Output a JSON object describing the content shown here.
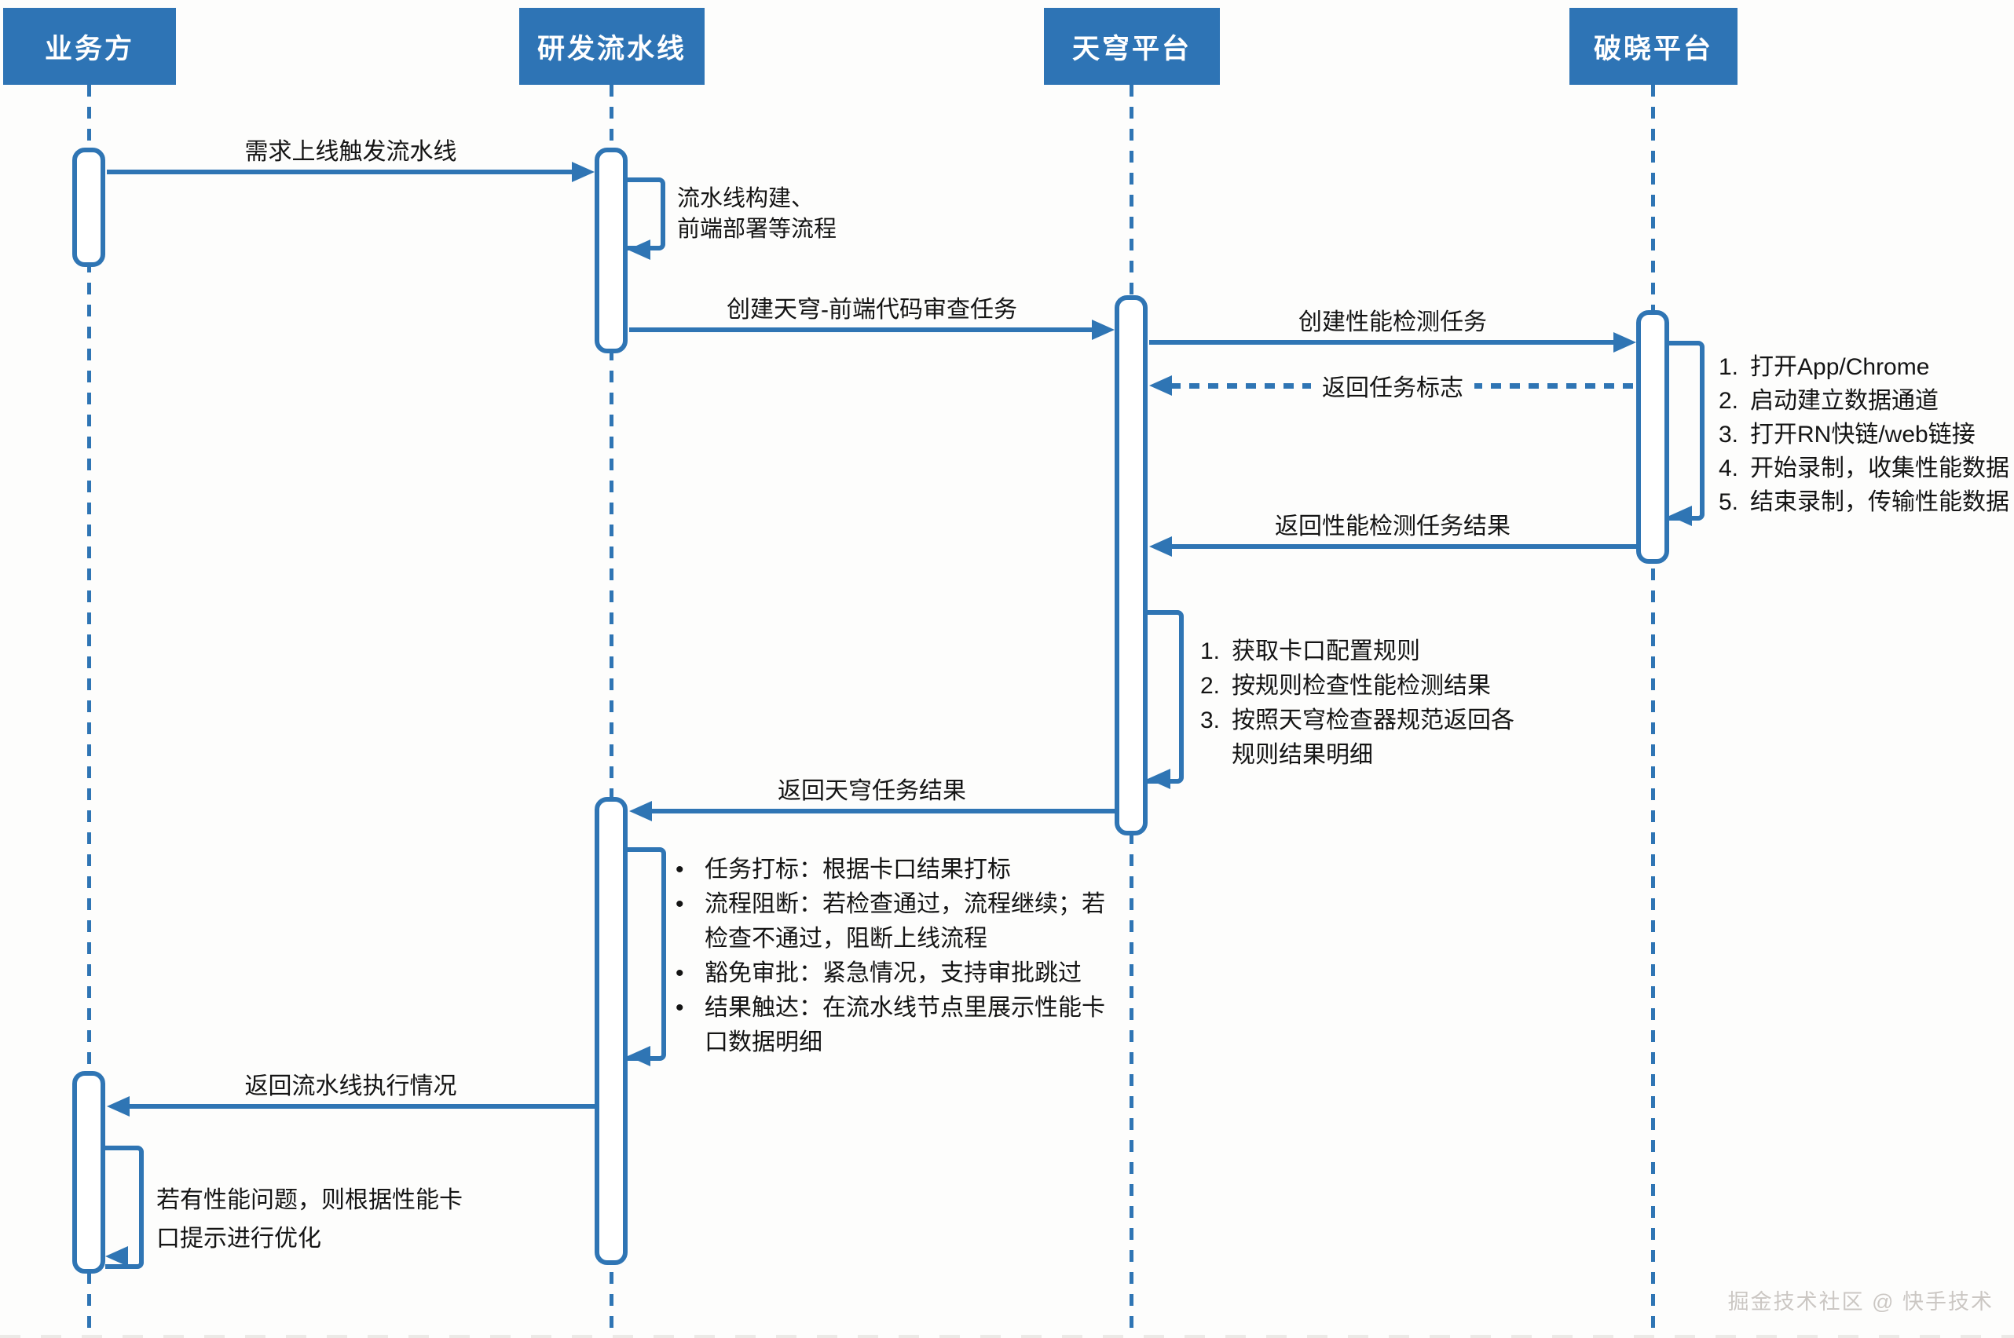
{
  "actors": [
    {
      "label": "业务方"
    },
    {
      "label": "研发流水线"
    },
    {
      "label": "天穹平台"
    },
    {
      "label": "破晓平台"
    }
  ],
  "messages": [
    {
      "label": "需求上线触发流水线",
      "type": "solid",
      "direction": "right",
      "from": "业务方",
      "to": "研发流水线"
    },
    {
      "label": "创建天穹-前端代码审查任务",
      "type": "solid",
      "direction": "right",
      "from": "研发流水线",
      "to": "天穹平台"
    },
    {
      "label": "创建性能检测任务",
      "type": "solid",
      "direction": "right",
      "from": "天穹平台",
      "to": "破晓平台"
    },
    {
      "label": "返回任务标志",
      "type": "dashed",
      "direction": "left",
      "from": "破晓平台",
      "to": "天穹平台"
    },
    {
      "label": "返回性能检测任务结果",
      "type": "solid",
      "direction": "left",
      "from": "破晓平台",
      "to": "天穹平台"
    },
    {
      "label": "返回天穹任务结果",
      "type": "solid",
      "direction": "left",
      "from": "天穹平台",
      "to": "研发流水线"
    },
    {
      "label": "返回流水线执行情况",
      "type": "solid",
      "direction": "left",
      "from": "研发流水线",
      "to": "业务方"
    }
  ],
  "notes": {
    "pipeline_build": {
      "lines": [
        {
          "m": "",
          "t": "流水线构建、"
        },
        {
          "m": "",
          "t": "前端部署等流程"
        }
      ]
    },
    "poxiao_steps": {
      "lines": [
        {
          "m": "1.",
          "t": "打开App/Chrome"
        },
        {
          "m": "2.",
          "t": "启动建立数据通道"
        },
        {
          "m": "3.",
          "t": "打开RN快链/web链接"
        },
        {
          "m": "4.",
          "t": "开始录制，收集性能数据"
        },
        {
          "m": "5.",
          "t": "结束录制，传输性能数据"
        }
      ]
    },
    "tianqiong_steps": {
      "lines": [
        {
          "m": "1.",
          "t": "获取卡口配置规则"
        },
        {
          "m": "2.",
          "t": "按规则检查性能检测结果"
        },
        {
          "m": "3.",
          "t": "按照天穹检查器规范返回各"
        },
        {
          "m": "",
          "t": "规则结果明细"
        }
      ]
    },
    "pipeline_actions": {
      "lines": [
        {
          "m": "•",
          "t": "任务打标：根据卡口结果打标"
        },
        {
          "m": "•",
          "t": "流程阻断：若检查通过，流程继续；若"
        },
        {
          "m": "",
          "t": "检查不通过，阻断上线流程"
        },
        {
          "m": "•",
          "t": "豁免审批：紧急情况，支持审批跳过"
        },
        {
          "m": "•",
          "t": "结果触达：在流水线节点里展示性能卡"
        },
        {
          "m": "",
          "t": "口数据明细"
        }
      ]
    },
    "business_note": {
      "lines": [
        {
          "m": "",
          "t": "若有性能问题，则根据性能卡"
        },
        {
          "m": "",
          "t": "口提示进行优化"
        }
      ]
    }
  },
  "watermark": "掘金技术社区 @ 快手技术",
  "colors": {
    "actor_fill": "#2E74B5",
    "line": "#2F75B4",
    "text": "#141414",
    "watermark": "#CBC7C3"
  }
}
